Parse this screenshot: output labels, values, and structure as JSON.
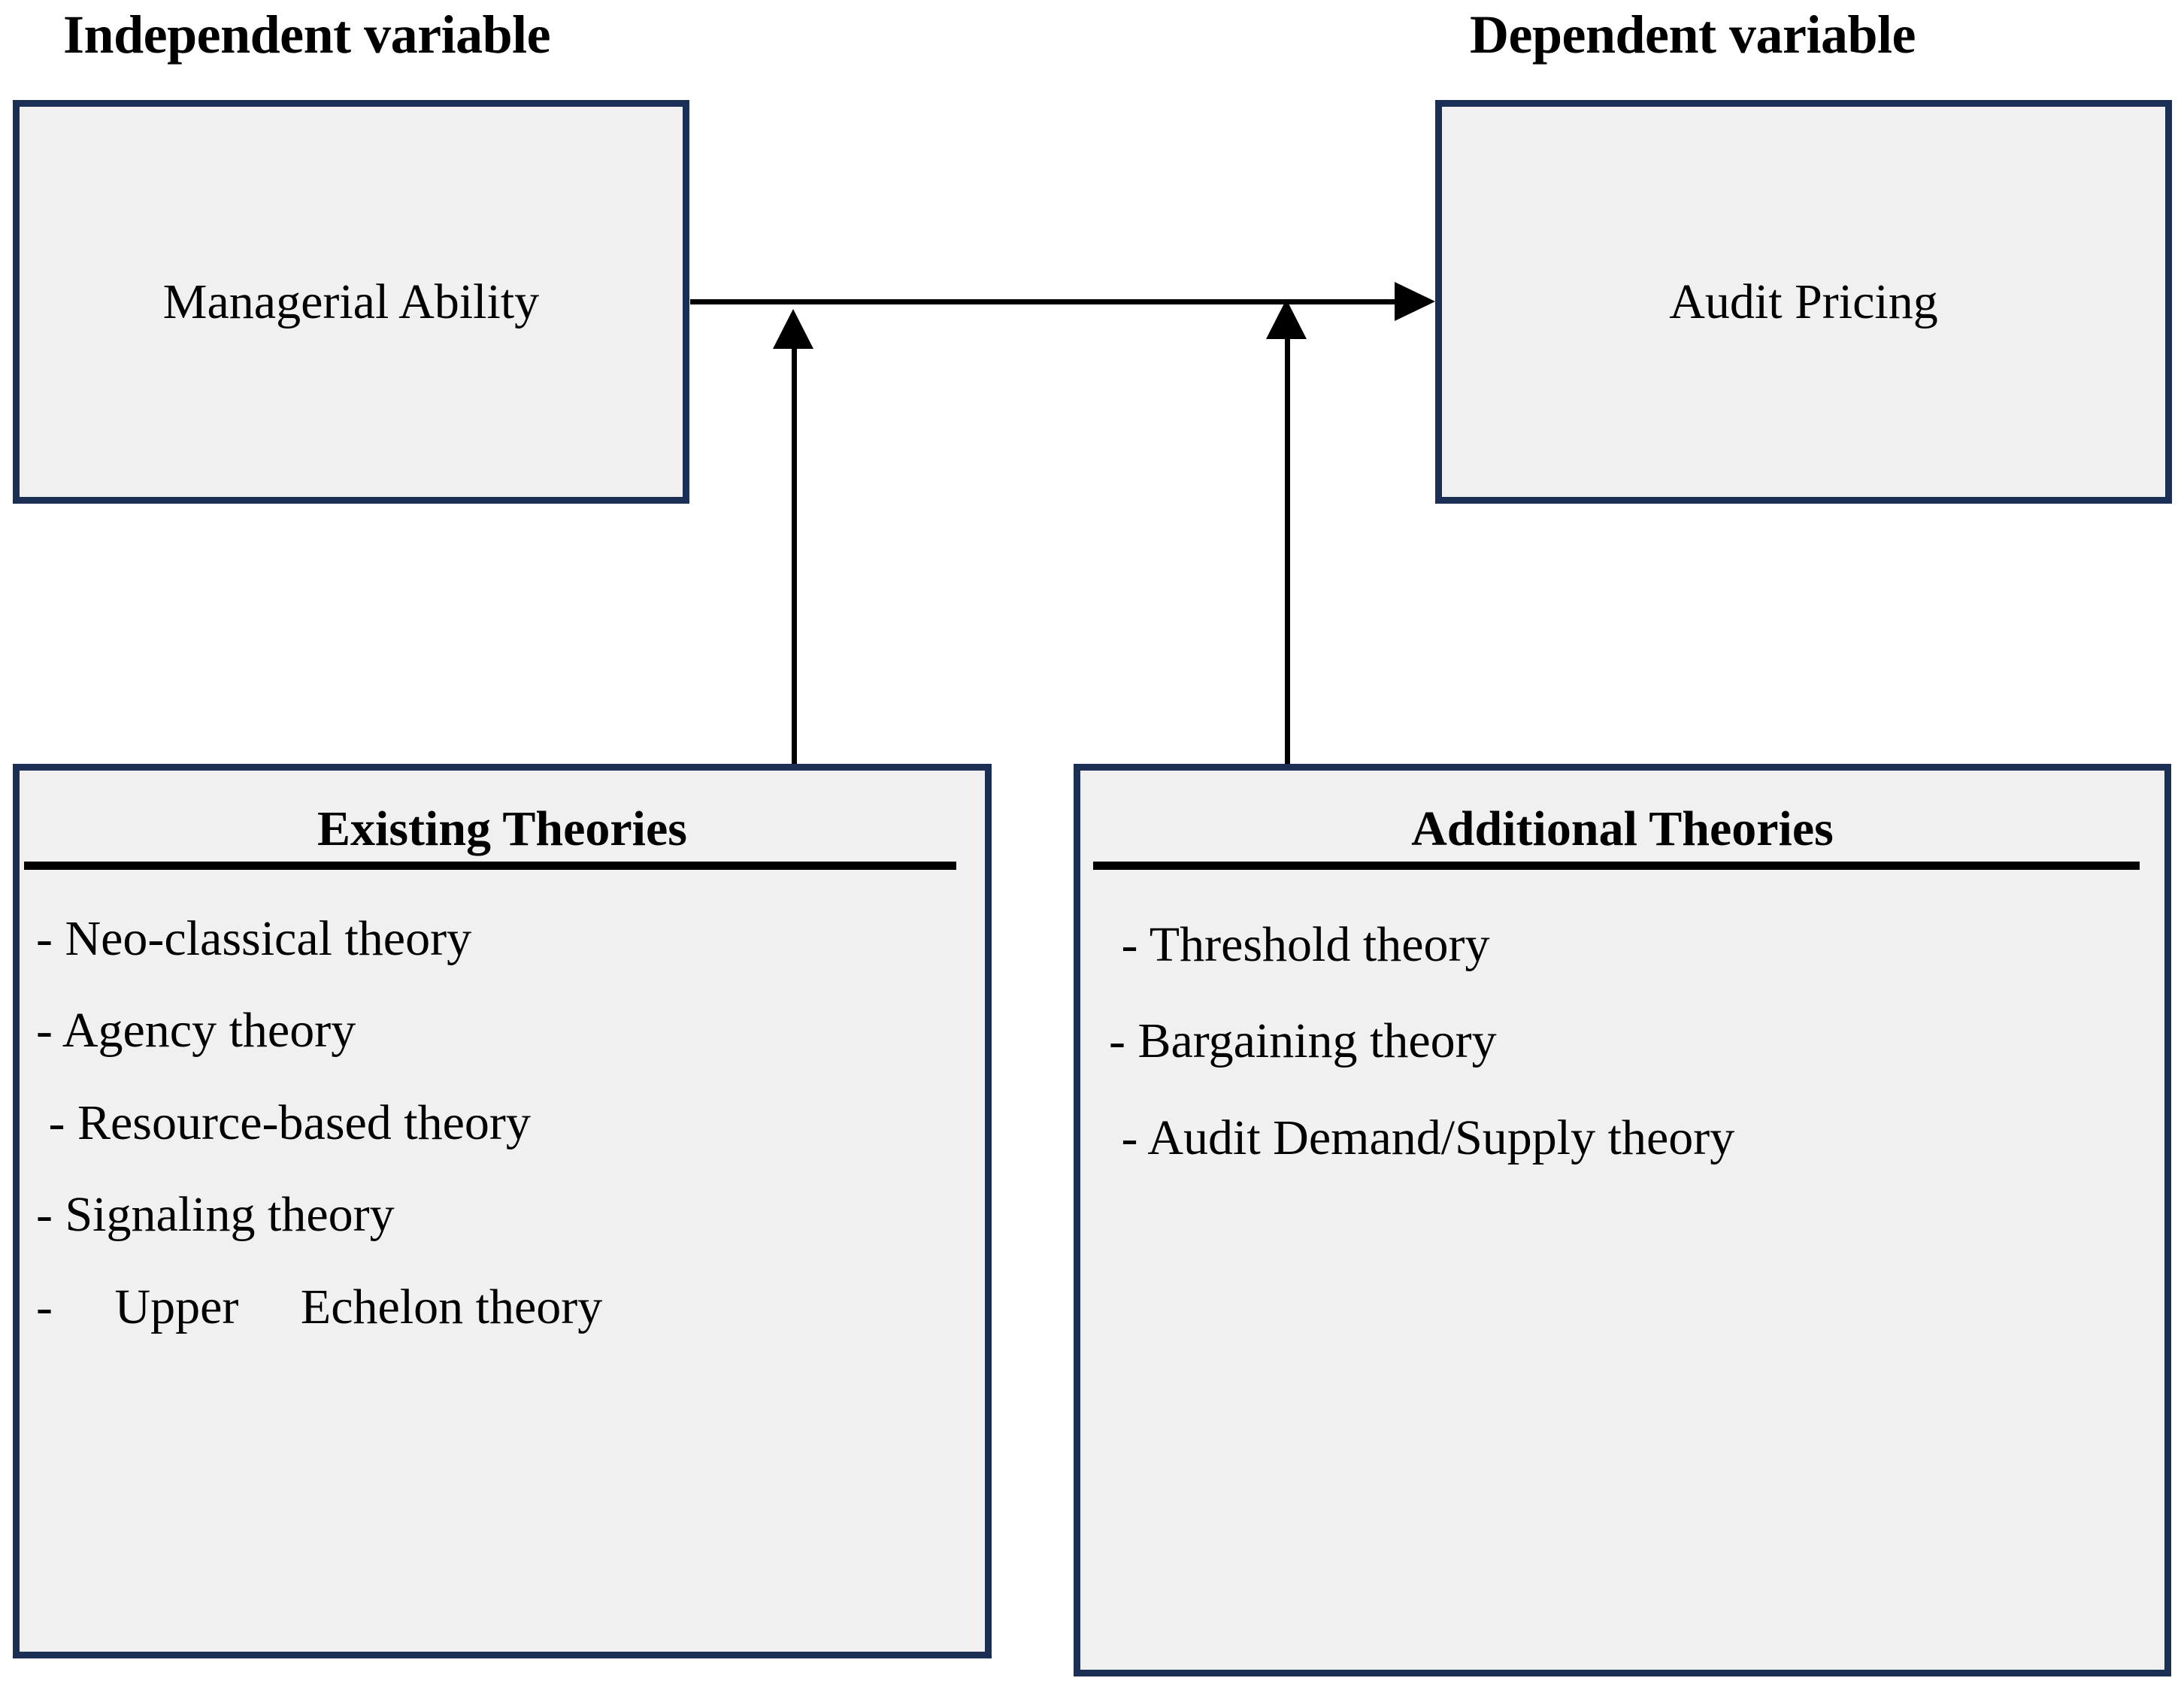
{
  "diagram": {
    "captions": {
      "independent": "Independent variable",
      "dependent": "Dependent variable"
    },
    "nodes": {
      "independent_variable": "Managerial Ability",
      "dependent_variable": "Audit Pricing"
    },
    "panels": [
      {
        "title": "Existing Theories",
        "items": [
          "- Neo-classical theory",
          "- Agency theory",
          " - Resource-based theory",
          "- Signaling theory",
          "-     Upper     Echelon theory"
        ]
      },
      {
        "title": "Additional Theories",
        "items": [
          " - Threshold theory",
          "- Bargaining theory",
          " - Audit Demand/Supply theory"
        ]
      }
    ],
    "connectors": [
      {
        "name": "managerial-ability-to-audit-pricing",
        "from": "Managerial Ability",
        "to": "Audit Pricing",
        "direction": "right"
      },
      {
        "name": "existing-theories-to-relationship",
        "from": "Existing Theories",
        "to": "Managerial Ability → Audit Pricing path",
        "direction": "up"
      },
      {
        "name": "additional-theories-to-relationship",
        "from": "Additional Theories",
        "to": "Managerial Ability → Audit Pricing path",
        "direction": "up"
      }
    ],
    "colors": {
      "box_border": "#1b2f54",
      "box_fill": "#f0f0f0",
      "text": "#000000",
      "background": "#ffffff"
    }
  }
}
